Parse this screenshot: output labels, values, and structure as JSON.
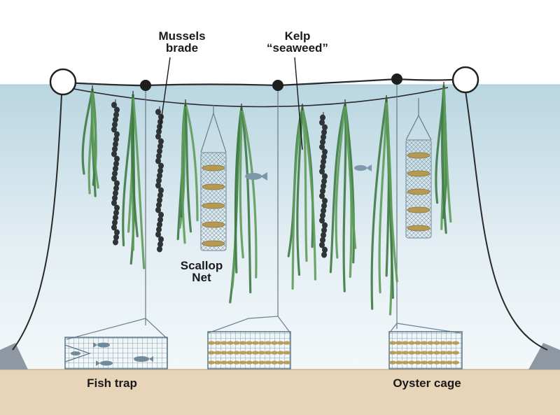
{
  "labels": {
    "mussels": [
      "Mussels",
      "brade"
    ],
    "kelp": [
      "Kelp",
      "“seaweed”"
    ],
    "scallop": [
      "Scallop",
      "Net"
    ],
    "fish_trap": "Fish trap",
    "oyster_cage": "Oyster cage"
  },
  "colors": {
    "water_top": "#b9d6e1",
    "water_bottom": "#eef5f8",
    "seabed": "#e8d4b8",
    "kelp": "#5e9c5a",
    "kelp_dark": "#3f7a45",
    "mussel": "#2f3436",
    "rope": "#2a2a2a",
    "buoy_fill": "#ffffff",
    "anchor": "#8f97a3",
    "cage_frame": "#6e8797",
    "oyster": "#b59a54",
    "scallop_net": "#7f96a3",
    "fish": "#7d98aa"
  }
}
